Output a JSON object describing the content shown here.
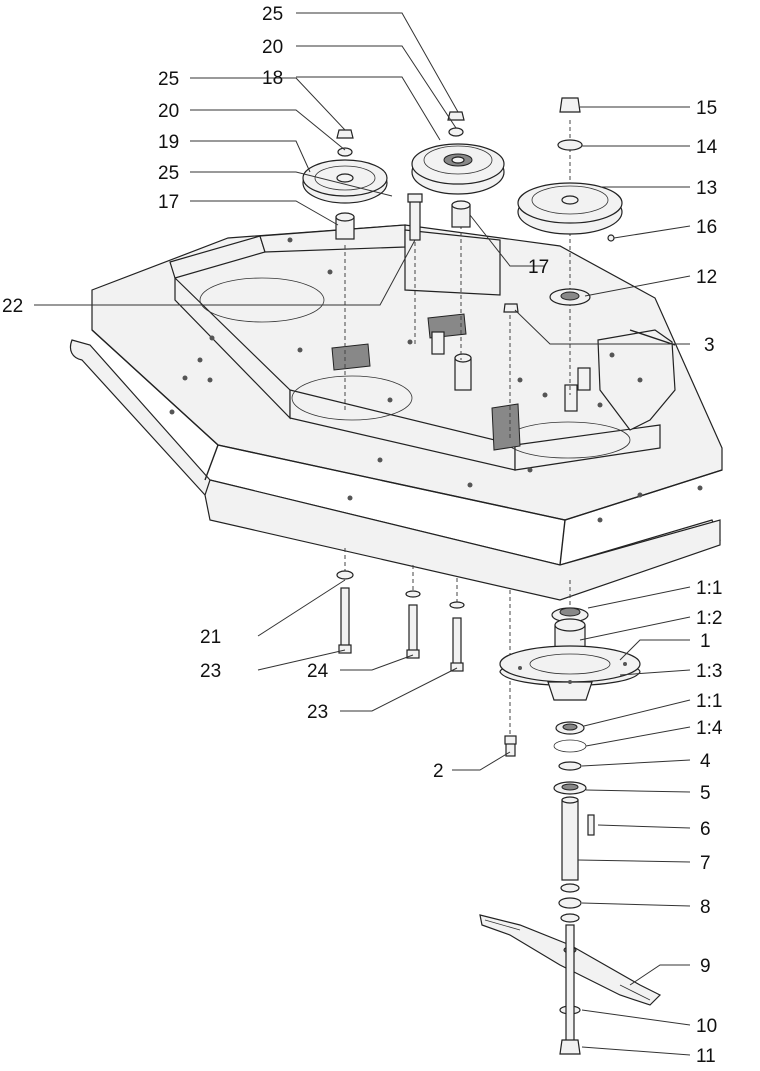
{
  "callouts": [
    {
      "id": "c25a",
      "text": "25"
    },
    {
      "id": "c20a",
      "text": "20"
    },
    {
      "id": "c18",
      "text": "18"
    },
    {
      "id": "c25b",
      "text": "25"
    },
    {
      "id": "c20b",
      "text": "20"
    },
    {
      "id": "c19",
      "text": "19"
    },
    {
      "id": "c25c",
      "text": "25"
    },
    {
      "id": "c17a",
      "text": "17"
    },
    {
      "id": "c22",
      "text": "22"
    },
    {
      "id": "c15",
      "text": "15"
    },
    {
      "id": "c14",
      "text": "14"
    },
    {
      "id": "c13",
      "text": "13"
    },
    {
      "id": "c16",
      "text": "16"
    },
    {
      "id": "c17b",
      "text": "17"
    },
    {
      "id": "c12",
      "text": "12"
    },
    {
      "id": "c3",
      "text": "3"
    },
    {
      "id": "c11a",
      "text": "1:1"
    },
    {
      "id": "c12b",
      "text": "1:2"
    },
    {
      "id": "c1",
      "text": "1"
    },
    {
      "id": "c13b",
      "text": "1:3"
    },
    {
      "id": "c11b",
      "text": "1:1"
    },
    {
      "id": "c14b",
      "text": "1:4"
    },
    {
      "id": "c4",
      "text": "4"
    },
    {
      "id": "c5",
      "text": "5"
    },
    {
      "id": "c6",
      "text": "6"
    },
    {
      "id": "c7",
      "text": "7"
    },
    {
      "id": "c8",
      "text": "8"
    },
    {
      "id": "c9",
      "text": "9"
    },
    {
      "id": "c10",
      "text": "10"
    },
    {
      "id": "c11",
      "text": "11"
    },
    {
      "id": "c21",
      "text": "21"
    },
    {
      "id": "c23a",
      "text": "23"
    },
    {
      "id": "c24",
      "text": "24"
    },
    {
      "id": "c23b",
      "text": "23"
    },
    {
      "id": "c2",
      "text": "2"
    }
  ]
}
